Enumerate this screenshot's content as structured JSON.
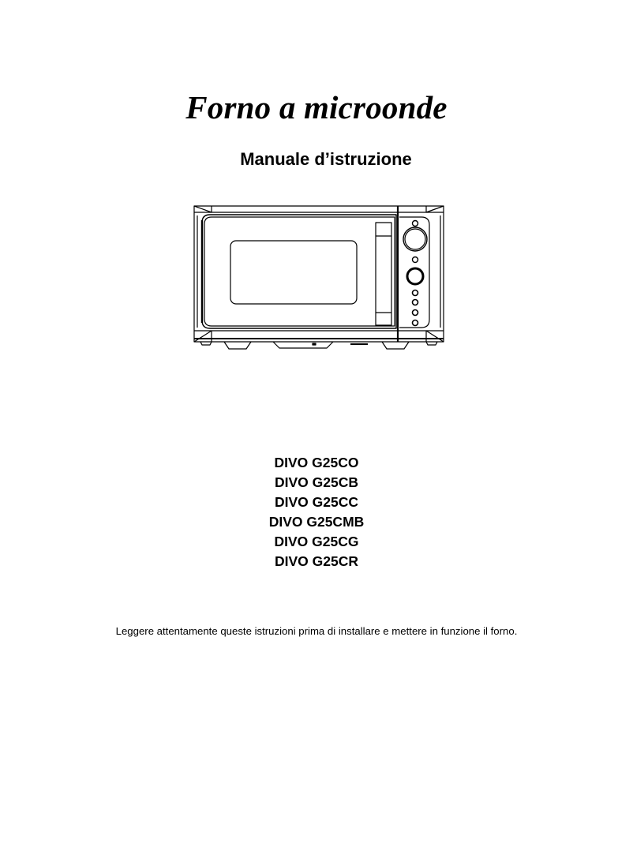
{
  "document": {
    "title": "Forno a microonde",
    "subtitle": "Manuale d’istruzione",
    "illustration": {
      "icon": "microwave-oven-icon",
      "description": "Line drawing of microwave oven front view"
    },
    "models": [
      "DIVO G25CO",
      "DIVO G25CB",
      "DIVO G25CC",
      "DIVO G25CMB",
      "DIVO G25CG",
      "DIVO G25CR"
    ],
    "instruction": "Leggere attentamente queste istruzioni prima di installare e mettere in funzione il forno."
  }
}
